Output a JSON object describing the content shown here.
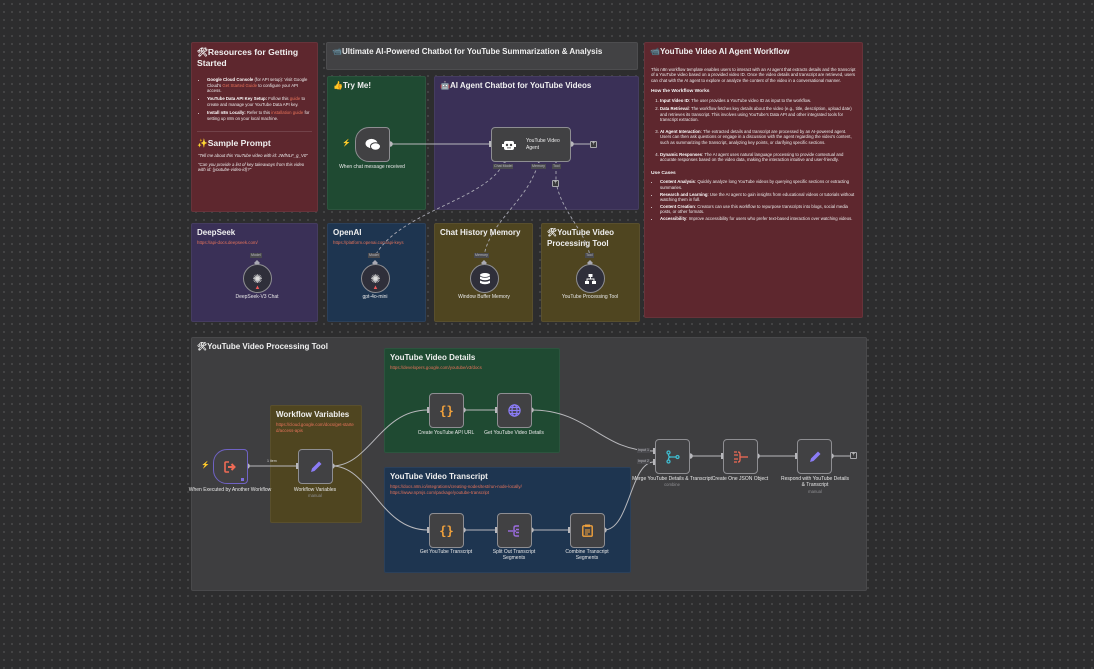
{
  "notes": {
    "resources": {
      "title": "Resources for Getting Started",
      "icon": "hammer-wrench-icon",
      "items": [
        {
          "bold": "Google Cloud Console",
          "pre": " (for API setup): Visit Google Cloud's ",
          "link": "Get Started Guide",
          "post": " to configure your API access."
        },
        {
          "bold": "YouTube Data API Key Setup:",
          "pre": " Follow this ",
          "link": "guide",
          "post": " to create and manage your YouTube Data API key."
        },
        {
          "bold": "Install n8n Locally:",
          "pre": " Refer to this ",
          "link": "installation guide",
          "post": " for setting up n8n on your local machine."
        }
      ],
      "sample_title": "Sample Prompt",
      "sample_icon": "sparkles-icon",
      "prompts": [
        "\"Tell me about this YouTube video with id: JWfNLF_g_V0\"",
        "\"Can you provide a list of key takeaways from this video with id: {youtube-video-id}?\""
      ]
    },
    "main_title": {
      "title": "Ultimate AI-Powered Chatbot for YouTube Summarization & Analysis",
      "icon": "video-camera-icon"
    },
    "try_me": {
      "title": "Try Me!",
      "icon": "thumbs-up-icon"
    },
    "agent_section": {
      "title": "AI Agent Chatbot for YouTube Videos",
      "icon": "robot-icon"
    },
    "deepseek": {
      "title": "DeepSeek",
      "link": "https://api-docs.deepseek.com/"
    },
    "openai": {
      "title": "OpenAI",
      "link": "https://platform.openai.com/api-keys"
    },
    "chat_memory": {
      "title": "Chat History Memory"
    },
    "yt_tool_note": {
      "title": "YouTube Video Processing Tool",
      "icon": "hammer-wrench-icon"
    },
    "workflow_info": {
      "title": "YouTube Video AI Agent Workflow",
      "icon": "video-camera-icon",
      "intro": "This n8n workflow template enables users to interact with an AI agent that extracts details and the transcript of a YouTube video based on a provided video ID. Once the video details and transcript are retrieved, users can chat with the AI agent to explore or analyze the content of the video in a conversational manner.",
      "how_title": "How the Workflow Works",
      "steps": [
        {
          "bold": "Input Video ID",
          "text": ": The user provides a YouTube video ID as input to the workflow."
        },
        {
          "bold": "Data Retrieval",
          "text": ": The workflow fetches key details about the video (e.g., title, description, upload date) and retrieves its transcript. This involves using YouTube's Data API and other integrated tools for transcript extraction."
        },
        {
          "bold": "AI Agent Interaction",
          "text": ": The extracted details and transcript are processed by an AI-powered agent. Users can then ask questions or engage in a discussion with the agent regarding the video's content, such as summarizing the transcript, analyzing key points, or clarifying specific sections."
        },
        {
          "bold": "Dynamic Responses",
          "text": ": The AI agent uses natural language processing to provide contextual and accurate responses based on the video data, making the interaction intuitive and user-friendly."
        }
      ],
      "use_title": "Use Cases",
      "uses": [
        {
          "bold": "Content Analysis",
          "text": ": Quickly analyze long YouTube videos by querying specific sections or extracting summaries."
        },
        {
          "bold": "Research and Learning",
          "text": ": Use the AI agent to gain insights from educational videos or tutorials without watching them in full."
        },
        {
          "bold": "Content Creation",
          "text": ": Creators can use this workflow to repurpose transcripts into blogs, social media posts, or other formats."
        },
        {
          "bold": "Accessibility",
          "text": ": Improve accessibility for users who prefer text-based interaction over watching videos."
        }
      ]
    },
    "processing_tool": {
      "title": "YouTube Video Processing Tool",
      "icon": "hammer-wrench-icon"
    },
    "workflow_vars_note": {
      "title": "Workflow Variables",
      "link": "https://cloud.google.com/docs/get-started/access-apis"
    },
    "video_details_note": {
      "title": "YouTube Video Details",
      "link": "https://developers.google.com/youtube/v3/docs"
    },
    "transcript_note": {
      "title": "YouTube Video Transcript",
      "link1": "https://docs.n8n.io/integrations/creating-nodes/test/run-node-locally/",
      "link2": "https://www.npmjs.com/package/youtube-transcript"
    }
  },
  "nodes": {
    "chat_trigger": {
      "label": "When chat message received",
      "icon": "chat-bubbles-icon"
    },
    "agent": {
      "label": "YouTube Video Agent",
      "icon": "robot-icon",
      "ports": [
        "Chat Model",
        "Memory",
        "Tool"
      ]
    },
    "deepseek_chat": {
      "label": "DeepSeek-V3 Chat",
      "port": "Model",
      "icon": "openai-logo-icon"
    },
    "gpt": {
      "label": "gpt-4o-mini",
      "port": "Model",
      "icon": "openai-logo-icon"
    },
    "memory": {
      "label": "Window Buffer Memory",
      "port": "Memory",
      "icon": "database-icon"
    },
    "yt_tool": {
      "label": "YouTube Processing Tool",
      "port": "Tool",
      "icon": "sitemap-icon"
    },
    "exec_trigger": {
      "label": "When Executed by Another Workflow",
      "icon": "sign-in-icon"
    },
    "workflow_vars": {
      "label": "Workflow Variables",
      "sub": "manual",
      "icon": "pencil-icon"
    },
    "create_api_url": {
      "label": "Create YouTube API URL",
      "icon": "code-braces-icon"
    },
    "get_details": {
      "label": "Get YouTube Video Details",
      "icon": "globe-icon"
    },
    "get_transcript": {
      "label": "Get YouTube Transcript",
      "icon": "code-braces-icon"
    },
    "split_out": {
      "label": "Split Out Transcript Segments",
      "icon": "split-icon"
    },
    "combine": {
      "label": "Combine Transcript Segments",
      "icon": "clipboard-icon"
    },
    "merge": {
      "label": "Merge YouTube Details & Transcript",
      "sub": "combine",
      "icon": "merge-icon",
      "inputs": [
        "Input 1",
        "Input 2"
      ]
    },
    "create_json": {
      "label": "Create One JSON Object",
      "icon": "aggregate-icon"
    },
    "respond": {
      "label": "Respond with YouTube Details & Transcript",
      "sub": "manual",
      "icon": "pencil-icon"
    }
  },
  "edge_labels": {
    "item_count": "1 item"
  },
  "colors": {
    "accent_orange": "#e8735a",
    "code_orange": "#f2a23c",
    "pencil_purple": "#8b7cf6",
    "merge_teal": "#3fbcd0"
  }
}
